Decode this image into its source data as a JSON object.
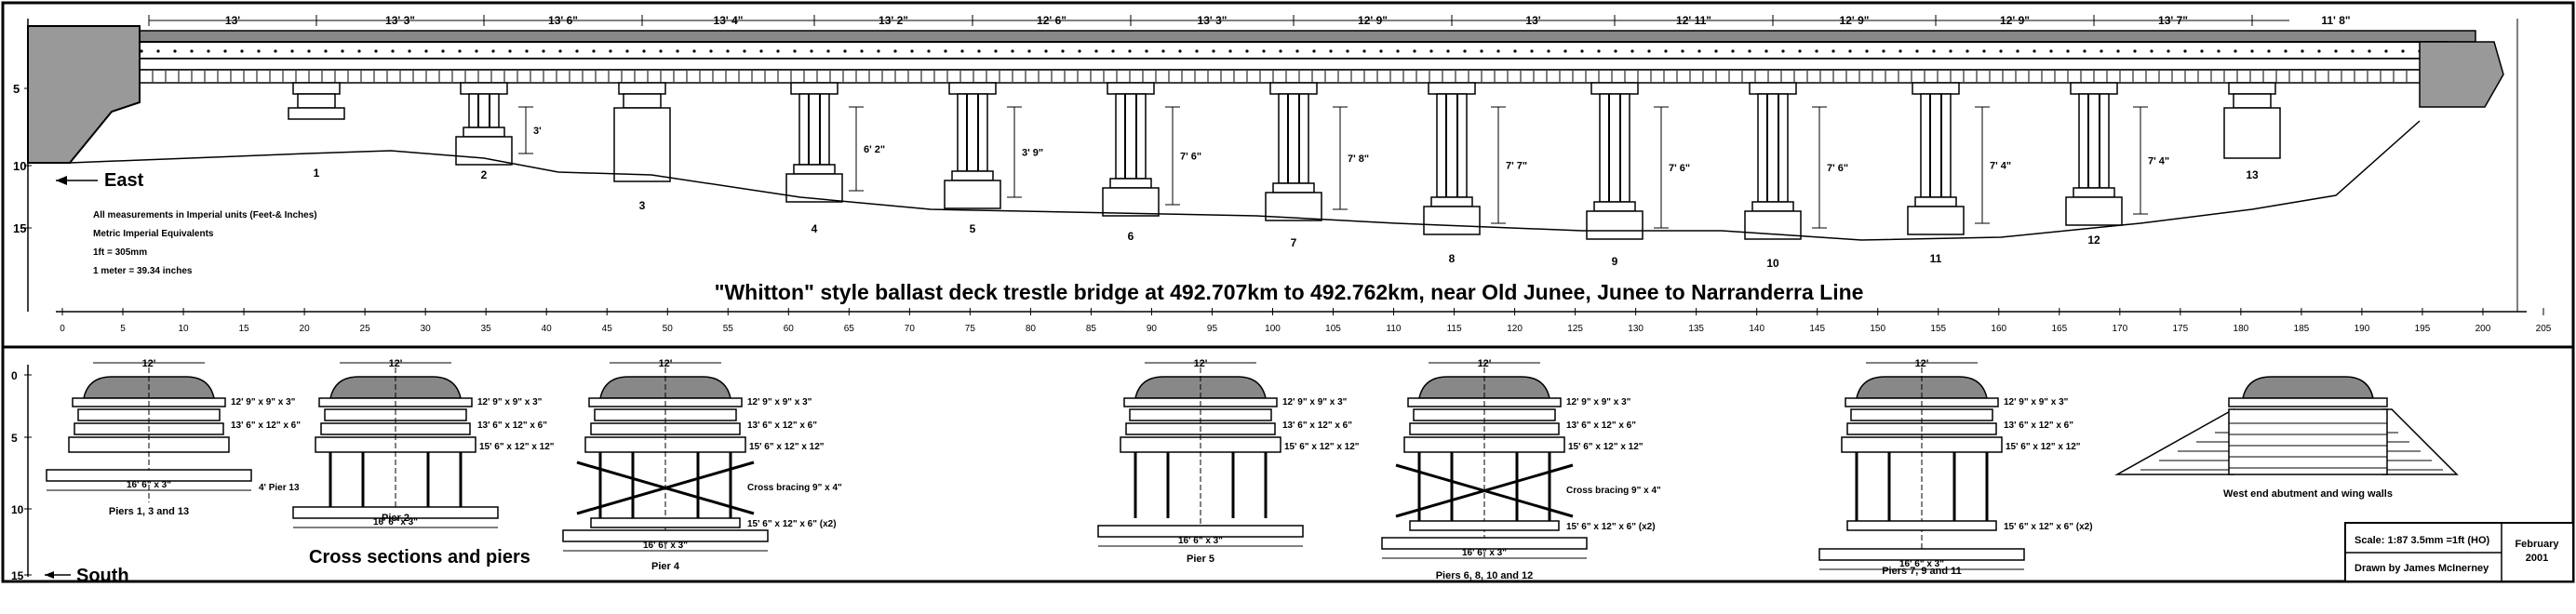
{
  "title": "\"Whitton\" style ballast deck trestle bridge at 492.707km to 492.762km, near Old Junee, Junee to Narranderra Line",
  "direction_east": "East",
  "direction_south": "South",
  "cross_sections_label": "Cross sections and piers",
  "notes": [
    "All measurements in Imperial units (Feet-& Inches)",
    "Metric Imperial Equivalents",
    "1ft = 305mm",
    "1 meter = 39.34 inches"
  ],
  "elevation_span_dims": [
    "13'",
    "13' 3\"",
    "13' 6\"",
    "13' 4\"",
    "13' 2\"",
    "12' 6\"",
    "13' 3\"",
    "12' 9\"",
    "13'",
    "12' 11\"",
    "12' 9\"",
    "12' 9\"",
    "13' 7\"",
    "11' 8\""
  ],
  "pier_numbers": [
    "1",
    "2",
    "3",
    "4",
    "5",
    "6",
    "7",
    "8",
    "9",
    "10",
    "11",
    "12",
    "13"
  ],
  "pier_heights": [
    "3'",
    "6' 2\"",
    "3' 9\"",
    "7' 6\"",
    "7' 8\"",
    "7' 7\"",
    "7' 6\"",
    "7' 6\"",
    "7' 4\"",
    "7' 4\""
  ],
  "elev_vert_ticks": [
    "5",
    "10",
    "15"
  ],
  "elev_scale_ticks": [
    "0",
    "5",
    "10",
    "15",
    "20",
    "25",
    "30",
    "35",
    "40",
    "45",
    "50",
    "55",
    "60",
    "65",
    "70",
    "75",
    "80",
    "85",
    "90",
    "95",
    "100",
    "105",
    "110",
    "115",
    "120",
    "125",
    "130",
    "135",
    "140",
    "145",
    "150",
    "155",
    "160",
    "165",
    "170",
    "175",
    "180",
    "185",
    "190",
    "195",
    "200",
    "205"
  ],
  "cs_vert_ticks": [
    "0",
    "5",
    "10",
    "15"
  ],
  "width_label": "12'",
  "beam_labels": {
    "b1": "12' 9\" x 9\" x 3\"",
    "b2": "13' 6\" x 12\" x 6\"",
    "b3": "15' 6\" x 12\" x 12\"",
    "b4": "15' 6\" x 12\" x 6\" (x2)",
    "sill": "16' 6\" x 3\"",
    "bracing": "Cross bracing 9\" x 4\"",
    "pier13": "4' Pier 13"
  },
  "section_captions": [
    "Piers 1, 3 and 13",
    "Pier 2",
    "Pier 4",
    "Pier 5",
    "Piers 6, 8, 10 and 12",
    "Piers 7, 9 and 11",
    "West end abutment and wing walls"
  ],
  "title_block": {
    "scale": "Scale: 1:87   3.5mm =1ft (HO)",
    "drawn": "Drawn by James McInerney",
    "date_month": "February",
    "date_year": "2001"
  }
}
